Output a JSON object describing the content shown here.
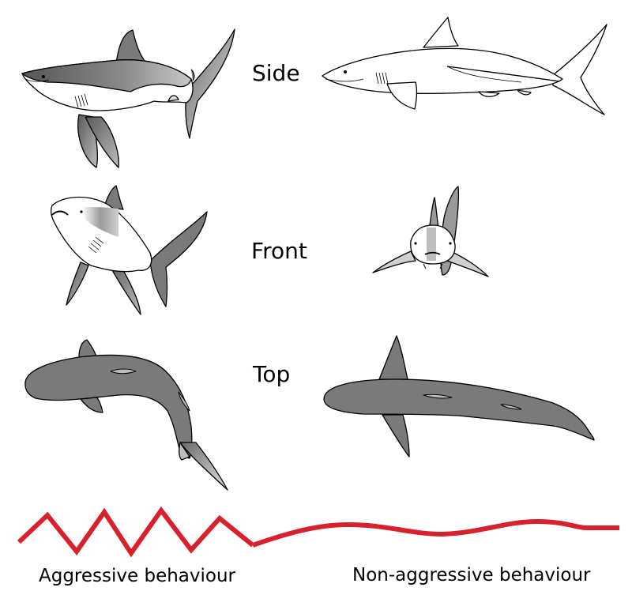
{
  "views": {
    "side": "Side",
    "front": "Front",
    "top": "Top"
  },
  "captions": {
    "aggressive": "Aggressive behaviour",
    "non_aggressive": "Non-aggressive behaviour"
  },
  "colors": {
    "shark_gray": "#7a7a7a",
    "shark_light": "#d9d9d9",
    "outline": "#000000",
    "belly": "#ffffff",
    "motion_line": "#d7212d"
  },
  "icons": {
    "aggressive_side": "shark-arched-side-icon",
    "calm_side": "shark-side-icon",
    "aggressive_front": "shark-pectoral-down-front-icon",
    "calm_front": "shark-front-icon",
    "aggressive_top": "shark-curved-top-icon",
    "calm_top": "shark-straight-top-icon"
  }
}
